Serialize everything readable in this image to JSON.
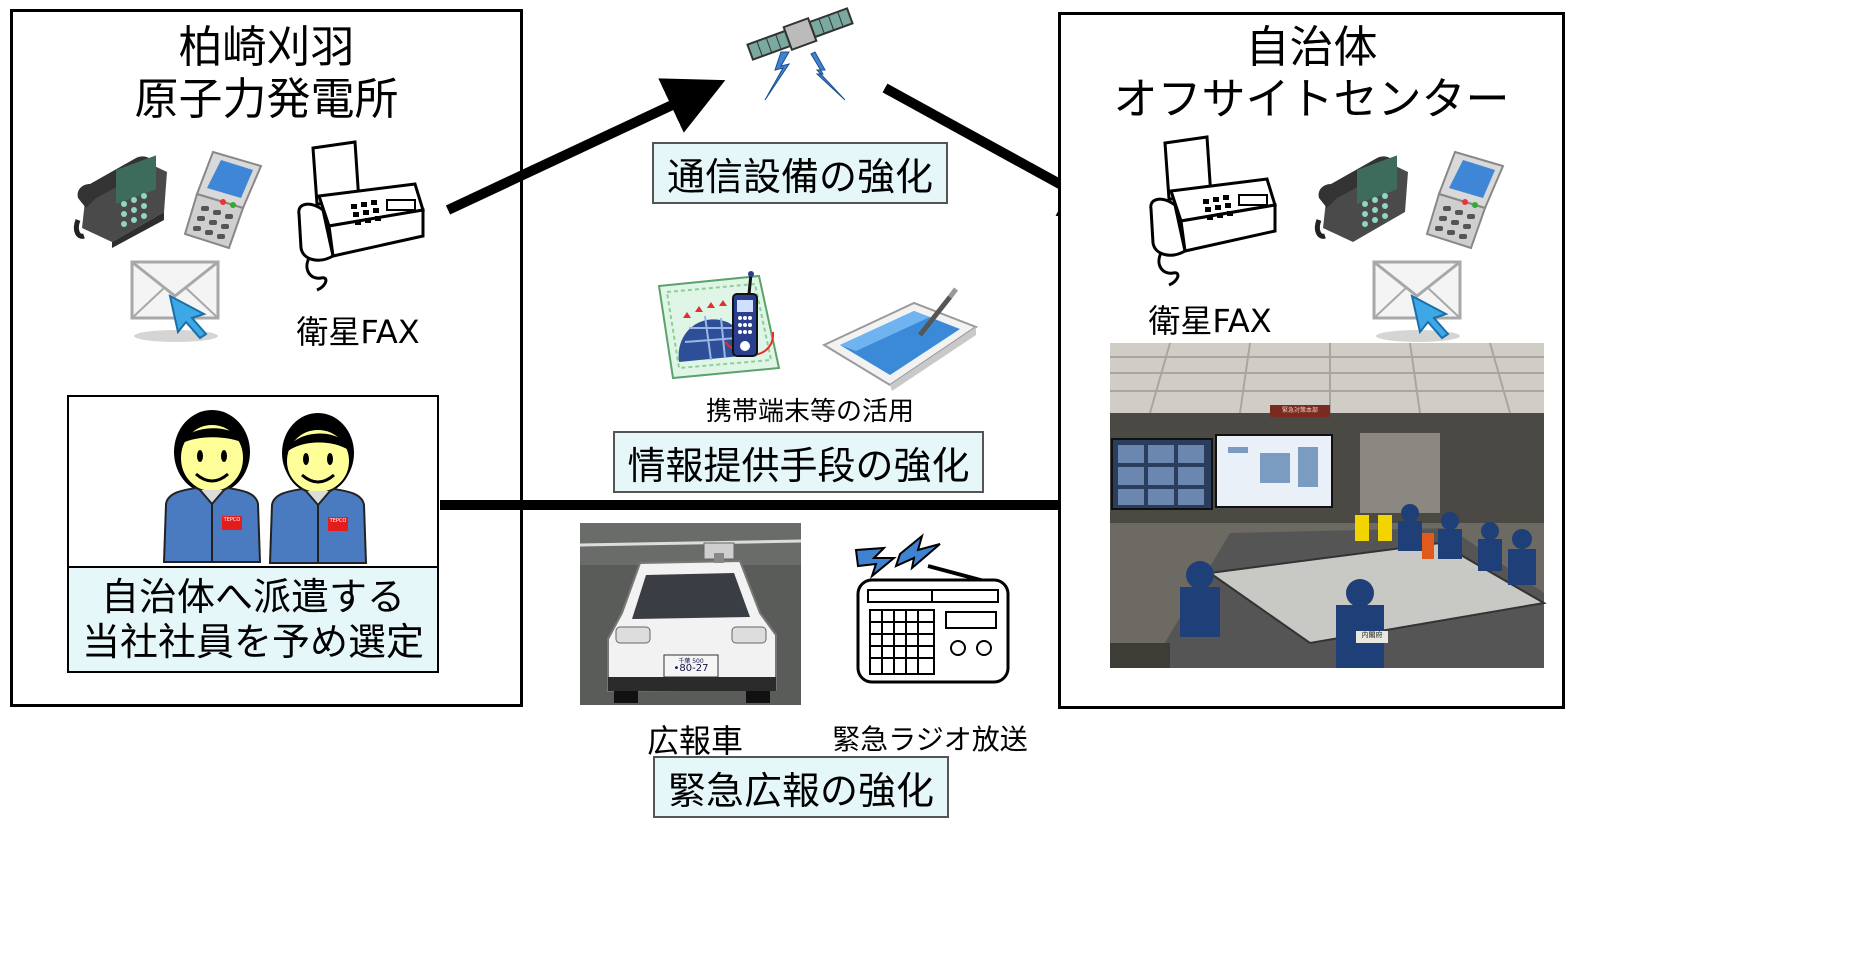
{
  "plant": {
    "title_line1": "柏崎刈羽",
    "title_line2": "原子力発電所",
    "fax_label": "衛星FAX",
    "staff_box_line1": "自治体へ派遣する",
    "staff_box_line2": "当社社員を予め選定",
    "badge_text": "TEPCO"
  },
  "center": {
    "comm_box": "通信設備の強化",
    "mobile_label": "携帯端末等の活用",
    "info_box": "情報提供手段の強化",
    "car_label": "広報車",
    "car_plate_top": "千葉 500",
    "car_plate": "•80-27",
    "radio_label": "緊急ラジオ放送",
    "pr_box": "緊急広報の強化"
  },
  "offsite": {
    "title_line1": "自治体",
    "title_line2": "オフサイトセンター",
    "fax_label": "衛星FAX",
    "room_sign": "緊急対策本部",
    "desk_sign": "内閣府"
  },
  "colors": {
    "box_fill": "#e6f7f9",
    "uniform": "#4a7bc0",
    "arrow": "#000000"
  }
}
